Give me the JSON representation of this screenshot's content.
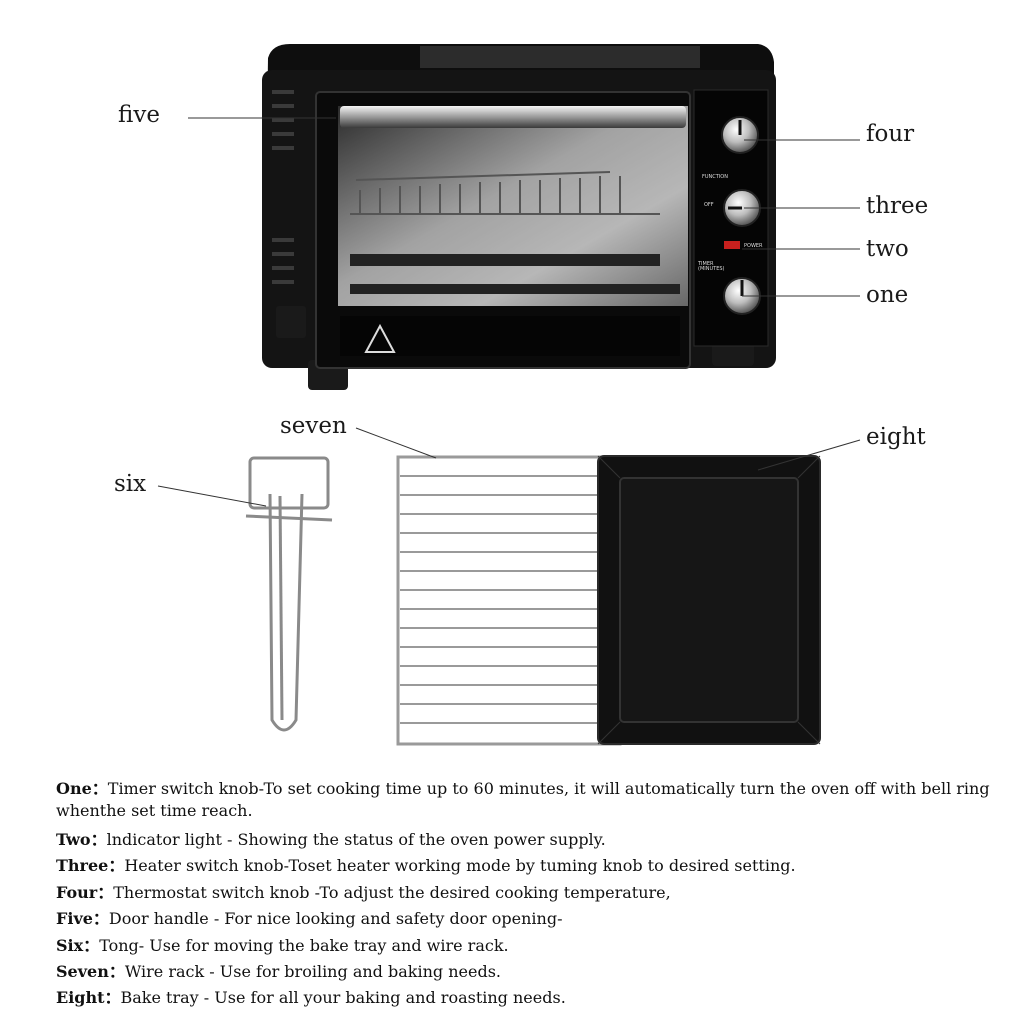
{
  "callouts": {
    "five": "five",
    "four": "four",
    "three": "three",
    "two": "two",
    "one": "one",
    "seven": "seven",
    "eight": "eight",
    "six": "six"
  },
  "panel": {
    "function_label": "FUNCTION",
    "off_label": "OFF",
    "power_label": "POWER",
    "timer_label": "TIMER (MINUTES)"
  },
  "descriptions": [
    {
      "key": "One：",
      "text": "Timer switch knob-To set cooking time up to 60 minutes, it will automatically turn the oven off with bell ring whenthe set time reach."
    },
    {
      "key": "Two：",
      "text": "lndicator light - Showing the status of the oven power supply."
    },
    {
      "key": "Three：",
      "text": "Heater switch knob-Toset heater working mode by tuming knob to desired setting."
    },
    {
      "key": "Four：",
      "text": "Thermostat switch knob -To adjust the desired cooking temperature,"
    },
    {
      "key": "Five：",
      "text": "Door handle - For nice looking and safety door opening-"
    },
    {
      "key": "Six：",
      "text": "Tong- Use for moving the bake tray and wire rack."
    },
    {
      "key": "Seven：",
      "text": "Wire rack - Use for broiling and baking needs."
    },
    {
      "key": "Eight：",
      "text": "Bake tray - Use for all your baking and roasting needs."
    }
  ]
}
